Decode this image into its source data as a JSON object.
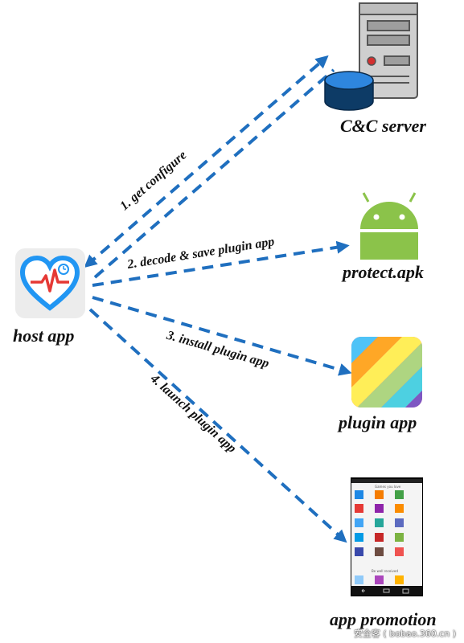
{
  "nodes": {
    "host": {
      "label": "host app"
    },
    "server": {
      "label": "C&C server"
    },
    "apk": {
      "label": "protect.apk"
    },
    "plugin": {
      "label": "plugin app"
    },
    "promo": {
      "label": "app promotion"
    }
  },
  "edges": [
    {
      "id": "edge-get-configure",
      "label": "1. get configure"
    },
    {
      "id": "edge-decode-save",
      "label": "2. decode & save plugin app"
    },
    {
      "id": "edge-install",
      "label": "3. install plugin app"
    },
    {
      "id": "edge-launch",
      "label": "4. launch plugin app"
    }
  ],
  "colors": {
    "arrow": "#1f6fbf",
    "heart": "#2196f3",
    "pulse": "#e53935",
    "android": "#8bc34a"
  },
  "promo_screen": {
    "section_1": "Games you love",
    "section_2": "Be well received"
  },
  "watermark": "安全客 ( bobao.360.cn )"
}
